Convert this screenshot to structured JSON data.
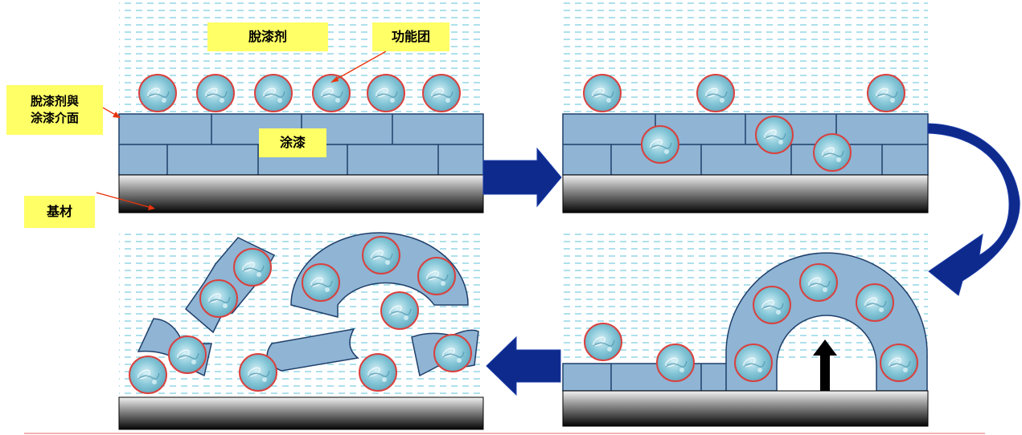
{
  "labels": {
    "stripper": "脫漆剂",
    "functional_group": "功能团",
    "interface_line1": "脫漆剂與",
    "interface_line2": "涂漆介面",
    "paint": "涂漆",
    "substrate": "基材"
  },
  "colors": {
    "liquid_dash": "#5cc2d8",
    "paint_fill": "#8fb4d4",
    "paint_stroke": "#1f3f6a",
    "bubble_stroke": "#d9413e",
    "arrow_fill": "#0d2a8c",
    "leader_line": "#e8340c",
    "label_bg": "#ffff66",
    "bottom_rule": "#f08080"
  },
  "icons": {
    "stripper_molecule": "water-droplet-circle-icon",
    "process_arrow": "arrow-right-icon",
    "curved_arrow": "curved-arrow-down-icon",
    "lift_arrow": "arrow-up-icon"
  }
}
